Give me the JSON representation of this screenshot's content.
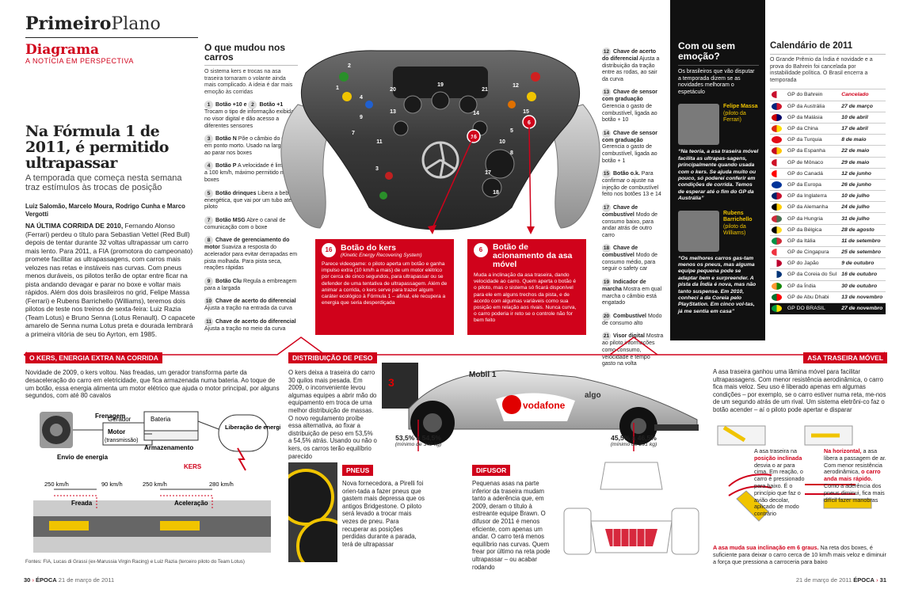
{
  "header": {
    "brand_bold": "Primeiro",
    "brand_light": "Plano",
    "section": "Diagrama",
    "subsection": "A NOTÍCIA EM PERSPECTIVA"
  },
  "article": {
    "title": "Na Fórmula 1 de 2011, é permitido ultrapassar",
    "deck": "A temporada que começa nesta semana traz estímulos às trocas de posição",
    "authors": "Luiz Salomão, Marcelo Moura, Rodrigo Cunha e Marco Vergotti",
    "body_lead": "NA ÚLTIMA CORRIDA DE 2010,",
    "body": " Fernando Alonso (Ferrari) perdeu o título para Sebastian Vettel (Red Bull) depois de tentar durante 32 voltas ultrapassar um carro mais lento. Para 2011, a FIA (promotora do campeonato) promete facilitar as ultrapassagens, com carros mais velozes nas retas e instáveis nas curvas. Com pneus menos duráveis, os pilotos terão de optar entre ficar na pista andando devagar e parar no boxe e voltar mais rápidos. Além dos dois brasileiros no grid, Felipe Massa (Ferrari) e Rubens Barrichello (Williams), teremos dois pilotos de teste nos treinos de sexta-feira: Luiz Razia (Team Lotus) e Bruno Senna (Lotus Renault). O capacete amarelo de Senna numa Lotus preta e dourada lembrará a primeira vitória de seu tio Ayrton, em 1985."
  },
  "changes": {
    "title": "O que mudou nos carros",
    "intro": "O sistema kers e trocas na asa traseira tornaram o volante ainda mais complicado. A ideia é dar mais emoção às corridas",
    "left": [
      {
        "n": "1",
        "name": "Botão +10 e",
        "n2": "2",
        "name2": "Botão +1",
        "desc": "Trocam o tipo de informação exibida no visor digital e dão acesso a diferentes sensores"
      },
      {
        "n": "3",
        "name": "Botão N",
        "desc": "Põe o câmbio do carro em ponto morto. Usado na largada e ao parar nos boxes"
      },
      {
        "n": "4",
        "name": "Botão P",
        "desc": "A velocidade é limitada a 100 km/h, máximo permitido nos boxes"
      },
      {
        "n": "5",
        "name": "Botão drinques",
        "desc": "Libera a bebida energética, que vai por um tubo até o piloto"
      },
      {
        "n": "7",
        "name": "Botão MSG",
        "desc": "Abre o canal de comunicação com o boxe"
      },
      {
        "n": "8",
        "name": "Chave de gerenciamento do motor",
        "desc": "Suaviza a resposta do acelerador para evitar derrapadas em pista molhada. Para pista seca, reações rápidas"
      },
      {
        "n": "9",
        "name": "Botão Clu",
        "desc": "Regula a embreagem para a largada"
      },
      {
        "n": "10",
        "name": "Chave de acerto do diferencial",
        "desc": "Ajusta a tração na entrada da curva"
      },
      {
        "n": "11",
        "name": "Chave de acerto do diferencial",
        "desc": "Ajusta a tração no meio da curva"
      }
    ],
    "right": [
      {
        "n": "12",
        "name": "Chave de acerto do diferencial",
        "desc": "Ajusta a distribuição da tração entre as rodas, ao sair da curva"
      },
      {
        "n": "13",
        "name": "Chave de sensor com graduação",
        "desc": "Gerencia o gasto de combustível, ligada ao botão + 10"
      },
      {
        "n": "14",
        "name": "Chave de sensor com graduação",
        "desc": "Gerencia o gasto de combustível, ligada ao botão + 1"
      },
      {
        "n": "15",
        "name": "Botão o.k.",
        "desc": "Para confirmar o ajuste na injeção de combustível feito nos botões 13 e 14"
      },
      {
        "n": "17",
        "name": "Chave de combustível",
        "desc": "Modo de consumo baixo, para andar atrás de outro carro"
      },
      {
        "n": "18",
        "name": "Chave de combustível",
        "desc": "Modo de consumo médio, para seguir o safety car"
      },
      {
        "n": "19",
        "name": "Indicador de marcha",
        "desc": "Mostra em qual marcha o câmbio está engatado"
      },
      {
        "n": "20",
        "name": "Combustível",
        "desc": "Modo de consumo alto"
      },
      {
        "n": "21",
        "name": "Visor digital",
        "desc": "Mostra ao piloto informações como consumo, velocidade e tempo gasto na volta"
      }
    ],
    "wheel_numbers": [
      "20",
      "19",
      "21",
      "9",
      "12",
      "2",
      "15",
      "11",
      "10",
      "16",
      "6",
      "8",
      "3",
      "17",
      "13",
      "14",
      "1",
      "7",
      "5",
      "4",
      "18"
    ]
  },
  "boxes": {
    "kers": {
      "n": "16",
      "title": "Botão do kers",
      "sub": "(Kinetic Energy Recovering System)",
      "body": "Parece videogame: o piloto aperta um botão e ganha impulso extra (10 km/h a mais) de um motor elétrico por cerca de cinco segundos, para ultrapassar ou se defender de uma tentativa de ultrapassagem. Além de animar a corrida, o kers serve para trazer algum caráter ecológico à Fórmula 1 – afinal, ele recupera a energia que seria desperdiçada"
    },
    "wing": {
      "n": "6",
      "title": "Botão de acionamento da asa móvel",
      "body": "Muda a inclinação da asa traseira, dando velocidade ao carro. Quem aperta o botão é o piloto, mas o sistema só ficará disponível para ele em alguns trechos da pista, e de acordo com algumas variáveis como sua posição em relação aos rivais. Nunca curva, o carro poderia ir reto se o controle não for bem feito"
    }
  },
  "opinion": {
    "title": "Com ou sem emoção?",
    "intro": "Os brasileiros que vão disputar a temporada dizem se as novidades melhoram o espetáculo",
    "massa_name": "Felipe Massa",
    "massa_team": "(piloto da Ferrari)",
    "massa_quote": "“Na teoria, a asa traseira móvel facilita as ultrapas-sagens, principalmente quando usada com o kers. Se ajuda muito ou pouco, só poderei conferir em condições de corrida. Temos de esperar até o fim do GP da Austrália”",
    "rubens_name": "Rubens Barrichello",
    "rubens_team": "(piloto da Williams)",
    "rubens_quote": "“Os melhores carros gas-tam menos os pneus, mas alguma equipe pequena pode se adaptar bem e surpreender. A pista da Índia é nova, mas não tanto suspense. Em 2010, conheci a da Coreia pelo PlayStation. Em cinco vol-tas, já me sentia em casa”"
  },
  "calendar": {
    "title": "Calendário de 2011",
    "intro": "O Grande Prêmio da Índia é novidade e a prova do Bahrein foi cancelada por instabilidade política. O Brasil encerra a temporada",
    "rows": [
      {
        "gp": "GP do Bahrein",
        "date": "Cancelado",
        "c1": "#c8102e",
        "c2": "#fff"
      },
      {
        "gp": "GP da Austrália",
        "date": "27 de março",
        "c1": "#00247d",
        "c2": "#cf142b"
      },
      {
        "gp": "GP da Malásia",
        "date": "10 de abril",
        "c1": "#cc0001",
        "c2": "#010066"
      },
      {
        "gp": "GP da China",
        "date": "17 de abril",
        "c1": "#de2910",
        "c2": "#ffde00"
      },
      {
        "gp": "GP da Turquia",
        "date": "8 de maio",
        "c1": "#e30a17",
        "c2": "#e30a17"
      },
      {
        "gp": "GP da Espanha",
        "date": "22 de maio",
        "c1": "#c60b1e",
        "c2": "#ffc400"
      },
      {
        "gp": "GP de Mônaco",
        "date": "29 de maio",
        "c1": "#ce1126",
        "c2": "#fff"
      },
      {
        "gp": "GP do Canadá",
        "date": "12 de junho",
        "c1": "#ff0000",
        "c2": "#fff"
      },
      {
        "gp": "GP da Europa",
        "date": "26 de junho",
        "c1": "#003399",
        "c2": "#003399"
      },
      {
        "gp": "GP da Inglaterra",
        "date": "10 de julho",
        "c1": "#012169",
        "c2": "#c8102e"
      },
      {
        "gp": "GP da Alemanha",
        "date": "24 de julho",
        "c1": "#000",
        "c2": "#ffce00"
      },
      {
        "gp": "GP da Hungria",
        "date": "31 de julho",
        "c1": "#ce2939",
        "c2": "#477050"
      },
      {
        "gp": "GP da Bélgica",
        "date": "28 de agosto",
        "c1": "#000",
        "c2": "#fdda24"
      },
      {
        "gp": "GP da Itália",
        "date": "11 de setembro",
        "c1": "#009246",
        "c2": "#ce2b37"
      },
      {
        "gp": "GP de Cingapura",
        "date": "25 de setembro",
        "c1": "#ef3340",
        "c2": "#fff"
      },
      {
        "gp": "GP do Japão",
        "date": "9 de outubro",
        "c1": "#fff",
        "c2": "#bc002d"
      },
      {
        "gp": "GP da Coreia do Sul",
        "date": "16 de outubro",
        "c1": "#fff",
        "c2": "#003478"
      },
      {
        "gp": "GP da Índia",
        "date": "30 de outubro",
        "c1": "#ff9933",
        "c2": "#138808"
      },
      {
        "gp": "GP de Abu Dhabi",
        "date": "13 de novembro",
        "c1": "#00732f",
        "c2": "#ff0000"
      },
      {
        "gp": "GP DO BRASIL",
        "date": "27 de novembro",
        "c1": "#009c3b",
        "c2": "#ffdf00"
      }
    ]
  },
  "kers_section": {
    "title": "O KERS, ENERGIA EXTRA NA CORRIDA",
    "body": "Novidade de 2009, o kers voltou. Nas freadas, um gerador transforma parte da desaceleração do carro em eletricidade, que fica armazenada numa bateria. Ao toque de um botão, essa energia alimenta um motor elétrico que ajuda o motor principal, por alguns segundos, com até 80 cavalos",
    "label_brake": "Frenagem",
    "label_gen": "Gerador",
    "label_batt": "Bateria",
    "label_store": "Armazenamento",
    "label_motor": "Motor",
    "label_motor2": "(transmissão)",
    "label_release": "Liberação de energia",
    "label_send": "Envio de energia",
    "label_kers": "KERS",
    "speed_250a": "250 km/h",
    "speed_90": "90 km/h",
    "speed_250b": "250 km/h",
    "speed_280": "280 km/h",
    "label_freada": "Freada",
    "label_acel": "Aceleração",
    "sources": "Fontes: FIA, Lucas di Grassi (ex-Marussia Virgin Racing) e Luiz Razia (terceiro piloto do Team Lotus)"
  },
  "weight": {
    "title": "DISTRIBUIÇÃO DE PESO",
    "body": "O kers deixa a traseira do carro 30 quilos mais pesada. Em 2009, o inconveniente levou algumas equipes a abrir mão do equipamento em troca de uma melhor distribuição de massas. O novo regulamento proíbe essa alternativa, ao fixar a distribuição de peso em 53,5% a 54,5% atrás. Usando ou não o kers, os carros terão equilíbrio parecido",
    "rear_pct": "53,5% a 54,5%",
    "rear_min": "(mínimo de 342 kg)",
    "front_pct": "45,5% a 46,5%",
    "front_min": "(mínimo de 291 kg)",
    "sponsor1": "Mobil 1",
    "sponsor2": "vodafone",
    "sponsor3": "algo",
    "car_number": "3"
  },
  "tires": {
    "title": "PNEUS",
    "body": "Nova fornecedora, a Pirelli foi orien-tada a fazer pneus que gastem mais depressa que os antigos Bridgestone. O piloto será levado a trocar mais vezes de pneu. Para recuperar as posições perdidas durante a parada, terá de ultrapassar"
  },
  "diffuser": {
    "title": "DIFUSOR",
    "body": "Pequenas asas na parte inferior da traseira mudam tanto a aderência que, em 2009, deram o título à estreante equipe Brawn. O difusor de 2011 é menos eficiente, com apenas um andar. O carro terá menos equilíbrio nas curvas. Quem frear por último na reta pode ultrapassar – ou acabar rodando"
  },
  "rear_wing": {
    "title": "ASA TRASEIRA MÓVEL",
    "body": "A asa traseira ganhou uma lâmina móvel para facilitar ultrapassagens. Com menor resistência aerodinâmica, o carro fica mais veloz. Seu uso é liberado apenas em algumas condições – por exemplo, se o carro estiver numa reta, me-nos de um segundo atrás de um rival. Um sistema eletrôni-co faz o botão acender – aí o piloto pode apertar e disparar",
    "left_caption_a": "A asa traseira na ",
    "left_caption_red": "posição inclinada",
    "left_caption_b": " desvia o ar para cima. Em reação, o carro é pressionado para baixo. É o princípio que faz o avião decolar, aplicado de modo contrário",
    "right_caption_red1": "Na horizontal,",
    "right_caption_b": " a asa libera a passagem de ar. Com menor resistência aerodinâmica, ",
    "right_caption_red2": "o carro anda mais rápido.",
    "right_caption_c": " Como a aderência dos pneus diminui, fica mais difícil fazer manobras",
    "bottom_red": "A asa muda sua inclinação em 6 graus.",
    "bottom": " Na reta dos boxes, é suficiente para deixar o carro cerca de 10 km/h mais veloz e diminuir a força que pressiona a carroceria para baixo"
  },
  "footer": {
    "left_page": "30",
    "left_mag": "ÉPOCA",
    "left_date": "21 de março de 2011",
    "right_date": "21 de março de 2011",
    "right_mag": "ÉPOCA",
    "right_page": "31"
  }
}
